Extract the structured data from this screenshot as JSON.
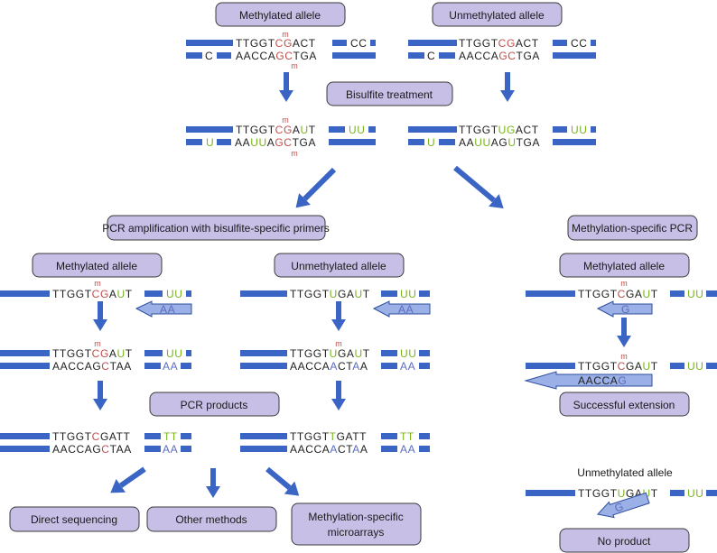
{
  "colors": {
    "box_fill": "#c8bfe7",
    "strand": "#3a65c5",
    "cytosine_methyl": "#c0504d",
    "uracil_thymine": "#7ab51d",
    "adenine_new": "#5b6cbf"
  },
  "labels": {
    "methylated_allele_top": "Methylated allele",
    "unmethylated_allele_top": "Unmethylated allele",
    "bisulfite_treatment": "Bisulfite treatment",
    "pcr_amplification": "PCR amplification with bisulfite-specific primers",
    "methylation_specific_pcr": "Methylation-specific PCR",
    "methylated_allele_left": "Methylated allele",
    "unmethylated_allele_mid": "Unmethylated allele",
    "methylated_allele_right": "Methylated allele",
    "pcr_products": "PCR products",
    "successful_extension": "Successful extension",
    "unmethylated_allele_right": "Unmethylated allele",
    "direct_sequencing": "Direct sequencing",
    "other_methods": "Other methods",
    "msm_line1": "Methylation-specific",
    "msm_line2": "microarrays",
    "no_product": "No product"
  },
  "methyl_mark": "m",
  "sequences": {
    "top_m_1": [
      [
        "TTGGT",
        "blk"
      ],
      [
        "CG",
        "red"
      ],
      [
        "ACT",
        "blk"
      ]
    ],
    "top_m_1_tail": [
      [
        "CC",
        "blk"
      ]
    ],
    "top_m_2_head": [
      [
        "C",
        "blk"
      ]
    ],
    "top_m_2": [
      [
        "AACCA",
        "blk"
      ],
      [
        "GC",
        "red"
      ],
      [
        "TGA",
        "blk"
      ]
    ],
    "top_u_1": [
      [
        "TTGGT",
        "blk"
      ],
      [
        "CG",
        "red"
      ],
      [
        "ACT",
        "blk"
      ]
    ],
    "top_u_1_tail": [
      [
        "CC",
        "blk"
      ]
    ],
    "top_u_2_head": [
      [
        "C",
        "blk"
      ]
    ],
    "top_u_2": [
      [
        "AACCA",
        "blk"
      ],
      [
        "GC",
        "red"
      ],
      [
        "TGA",
        "blk"
      ]
    ],
    "bis_m_1": [
      [
        "TTGGT",
        "blk"
      ],
      [
        "CG",
        "red"
      ],
      [
        "A",
        "blk"
      ],
      [
        "U",
        "grn"
      ],
      [
        "T",
        "blk"
      ]
    ],
    "bis_m_1_tail": [
      [
        "UU",
        "grn"
      ]
    ],
    "bis_m_2_head": [
      [
        "U",
        "grn"
      ]
    ],
    "bis_m_2": [
      [
        "AA",
        "blk"
      ],
      [
        "UU",
        "grn"
      ],
      [
        "A",
        "blk"
      ],
      [
        "GC",
        "red"
      ],
      [
        "TGA",
        "blk"
      ]
    ],
    "bis_u_1": [
      [
        "TTGGT",
        "blk"
      ],
      [
        "UG",
        "grn"
      ],
      [
        "ACT",
        "blk"
      ]
    ],
    "bis_u_1_tail": [
      [
        "UU",
        "grn"
      ]
    ],
    "bis_u_2_head": [
      [
        "U",
        "grn"
      ]
    ],
    "bis_u_2": [
      [
        "AA",
        "blk"
      ],
      [
        "UU",
        "grn"
      ],
      [
        "AG",
        "blk"
      ],
      [
        "U",
        "grn"
      ],
      [
        "TGA",
        "blk"
      ]
    ],
    "l1_seq": [
      [
        "TTGGT",
        "blk"
      ],
      [
        "CG",
        "red"
      ],
      [
        "A",
        "blk"
      ],
      [
        "U",
        "grn"
      ],
      [
        "T",
        "blk"
      ]
    ],
    "l1_tail": [
      [
        "UU",
        "grn"
      ]
    ],
    "l1_primer": [
      [
        "AA",
        "blu"
      ]
    ],
    "l2_seq1": [
      [
        "TTGGT",
        "blk"
      ],
      [
        "CG",
        "red"
      ],
      [
        "A",
        "blk"
      ],
      [
        "U",
        "grn"
      ],
      [
        "T",
        "blk"
      ]
    ],
    "l2_tail1": [
      [
        "UU",
        "grn"
      ]
    ],
    "l2_seq2": [
      [
        "AACCAG",
        "blk"
      ],
      [
        "C",
        "red"
      ],
      [
        "TAA",
        "blk"
      ]
    ],
    "l2_tail2": [
      [
        "AA",
        "blu"
      ]
    ],
    "l3_seq1": [
      [
        "TTGGT",
        "blk"
      ],
      [
        "C",
        "red"
      ],
      [
        "GATT",
        "blk"
      ]
    ],
    "l3_tail1": [
      [
        "TT",
        "grn"
      ]
    ],
    "l3_seq2": [
      [
        "AACCAG",
        "blk"
      ],
      [
        "C",
        "red"
      ],
      [
        "TAA",
        "blk"
      ]
    ],
    "l3_tail2": [
      [
        "AA",
        "blu"
      ]
    ],
    "m1_seq": [
      [
        "TTGGT",
        "blk"
      ],
      [
        "U",
        "grn"
      ],
      [
        "GA",
        "blk"
      ],
      [
        "U",
        "grn"
      ],
      [
        "T",
        "blk"
      ]
    ],
    "m1_tail": [
      [
        "UU",
        "grn"
      ]
    ],
    "m1_primer": [
      [
        "AA",
        "blu"
      ]
    ],
    "m2_seq1": [
      [
        "TTGGT",
        "blk"
      ],
      [
        "U",
        "grn"
      ],
      [
        "GA",
        "blk"
      ],
      [
        "U",
        "grn"
      ],
      [
        "T",
        "blk"
      ]
    ],
    "m2_tail1": [
      [
        "UU",
        "grn"
      ]
    ],
    "m2_seq2": [
      [
        "AACCA",
        "blk"
      ],
      [
        "A",
        "blu"
      ],
      [
        "CT",
        "blk"
      ],
      [
        "A",
        "blu"
      ],
      [
        "A",
        "blk"
      ]
    ],
    "m2_tail2": [
      [
        "AA",
        "blu"
      ]
    ],
    "m3_seq1": [
      [
        "TTGGT",
        "blk"
      ],
      [
        "T",
        "grn"
      ],
      [
        "GATT",
        "blk"
      ]
    ],
    "m3_tail1": [
      [
        "TT",
        "grn"
      ]
    ],
    "m3_seq2": [
      [
        "AACCA",
        "blk"
      ],
      [
        "A",
        "blu"
      ],
      [
        "CT",
        "blk"
      ],
      [
        "A",
        "blu"
      ],
      [
        "A",
        "blk"
      ]
    ],
    "m3_tail2": [
      [
        "AA",
        "blu"
      ]
    ],
    "r1_seq": [
      [
        "TTGGT",
        "blk"
      ],
      [
        "C",
        "red"
      ],
      [
        "GA",
        "blk"
      ],
      [
        "U",
        "grn"
      ],
      [
        "T",
        "blk"
      ]
    ],
    "r1_tail": [
      [
        "UU",
        "grn"
      ]
    ],
    "r1_primer": [
      [
        "G",
        "blu"
      ]
    ],
    "r2_seq": [
      [
        "TTGGT",
        "blk"
      ],
      [
        "C",
        "red"
      ],
      [
        "GA",
        "blk"
      ],
      [
        "U",
        "grn"
      ],
      [
        "T",
        "blk"
      ]
    ],
    "r2_tail": [
      [
        "UU",
        "grn"
      ]
    ],
    "r2_primer": [
      [
        "AACCA",
        "blk"
      ],
      [
        "G",
        "blu"
      ]
    ],
    "r3_seq": [
      [
        "TTGGT",
        "blk"
      ],
      [
        "U",
        "grn"
      ],
      [
        "GA",
        "blk"
      ],
      [
        "U",
        "grn"
      ],
      [
        "T",
        "blk"
      ]
    ],
    "r3_tail": [
      [
        "UU",
        "grn"
      ]
    ],
    "r3_primer": [
      [
        "G",
        "blu"
      ]
    ]
  }
}
